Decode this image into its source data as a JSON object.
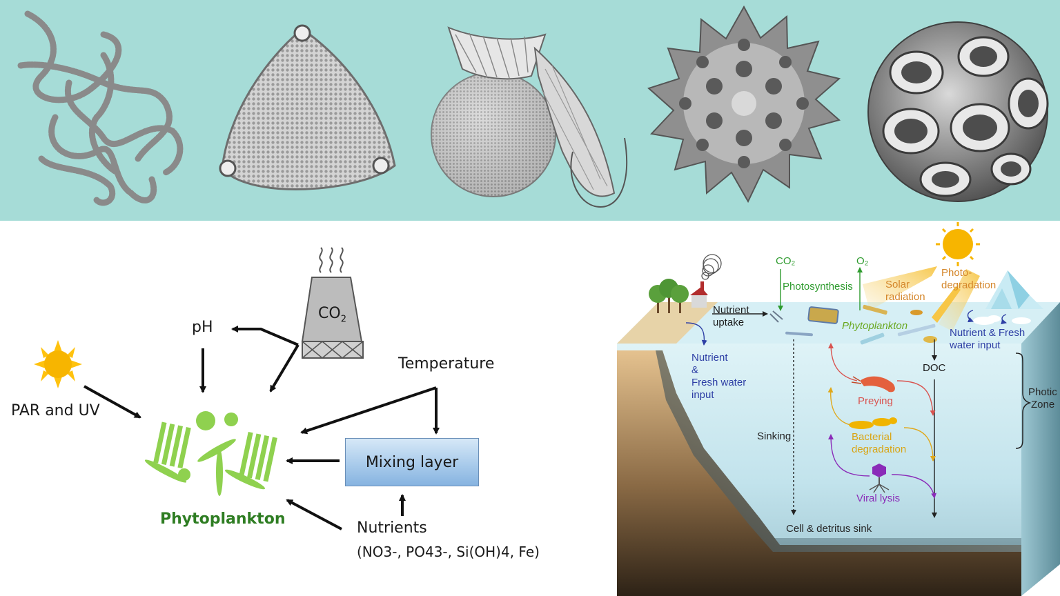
{
  "left": {
    "ph": "pH",
    "co2_base": "CO",
    "co2_sub": "2",
    "temperature": "Temperature",
    "par_uv": "PAR and UV",
    "mixing_layer": "Mixing layer",
    "phytoplankton": "Phytoplankton",
    "nutrients": "Nutrients",
    "nutrients_formula": "(NO3-, PO43-, Si(OH)4, Fe)"
  },
  "right": {
    "co2": "CO₂",
    "o2": "O₂",
    "photosynthesis": "Photosynthesis",
    "solar_radiation_1": "Solar",
    "solar_radiation_2": "radiation",
    "photo_degradation_1": "Photo-",
    "photo_degradation_2": "degradation",
    "nutrient_uptake_1": "Nutrient",
    "nutrient_uptake_2": "uptake",
    "phytoplankton": "Phytoplankton",
    "nutrient_fresh_right_1": "Nutrient & Fresh",
    "nutrient_fresh_right_2": "water input",
    "nutrient_fresh_left_1": "Nutrient",
    "nutrient_fresh_left_2": "&",
    "nutrient_fresh_left_3": "Fresh water",
    "nutrient_fresh_left_4": "input",
    "doc": "DOC",
    "photic_zone_1": "Photic",
    "photic_zone_2": "Zone",
    "preying": "Preying",
    "sinking": "Sinking",
    "bacterial_degradation_1": "Bacterial",
    "bacterial_degradation_2": "degradation",
    "viral_lysis": "Viral lysis",
    "cell_detritus_sink": "Cell & detritus sink"
  },
  "colors": {
    "banner": "#a6dcd7",
    "phyto_green": "#8fd14f",
    "label_green": "#2e7d22",
    "ocean": "#cdebf2",
    "sun": "#f7b500"
  }
}
